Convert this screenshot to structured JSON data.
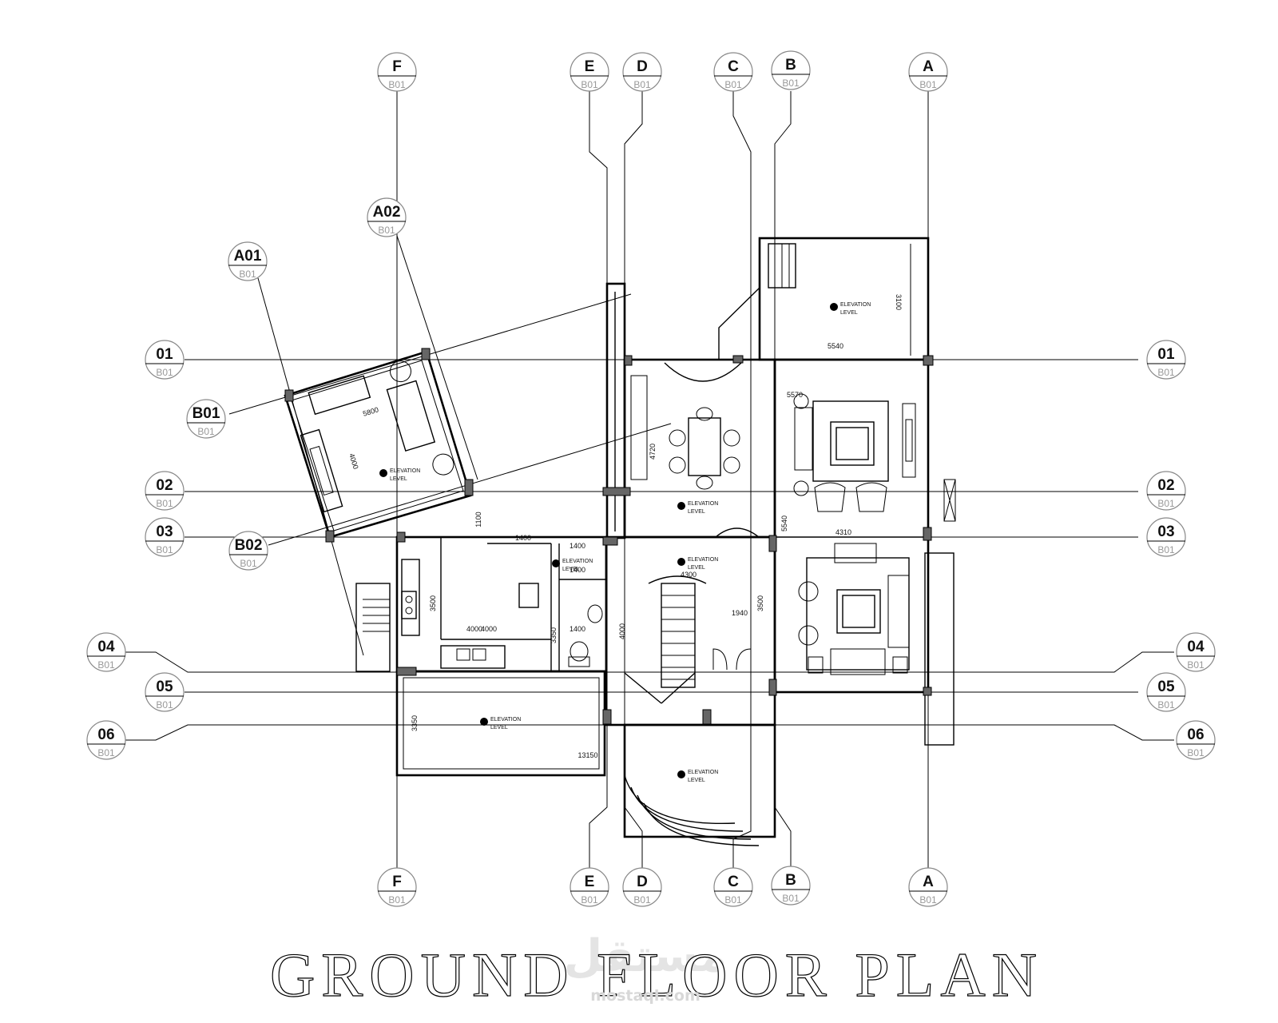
{
  "grid": {
    "vertical": [
      {
        "label": "F",
        "ref": "B01"
      },
      {
        "label": "E",
        "ref": "B01"
      },
      {
        "label": "D",
        "ref": "B01"
      },
      {
        "label": "C",
        "ref": "B01"
      },
      {
        "label": "B",
        "ref": "B01"
      },
      {
        "label": "A",
        "ref": "B01"
      }
    ],
    "horizontal": [
      {
        "label": "01",
        "ref": "B01"
      },
      {
        "label": "02",
        "ref": "B01"
      },
      {
        "label": "03",
        "ref": "B01"
      },
      {
        "label": "04",
        "ref": "B01"
      },
      {
        "label": "05",
        "ref": "B01"
      },
      {
        "label": "06",
        "ref": "B01"
      }
    ],
    "rotated": [
      {
        "label": "A01",
        "ref": "B01"
      },
      {
        "label": "A02",
        "ref": "B01"
      },
      {
        "label": "B01",
        "ref": "B01"
      },
      {
        "label": "B02",
        "ref": "B01"
      }
    ]
  },
  "dimensions": [
    "5800",
    "4000",
    "3100",
    "5540",
    "5570",
    "4720",
    "5540",
    "4310",
    "1100",
    "1400",
    "1400",
    "1400",
    "3500",
    "4000",
    "1400",
    "3350",
    "4000",
    "1940",
    "3500",
    "4300",
    "4000",
    "3350",
    "13150"
  ],
  "elevation_marker": {
    "line1": "ELEVATION",
    "line2": "LEVEL"
  },
  "title": "GROUND FLOOR PLAN",
  "watermark": {
    "arabic": "مستقل",
    "latin": "mostaql.com"
  }
}
